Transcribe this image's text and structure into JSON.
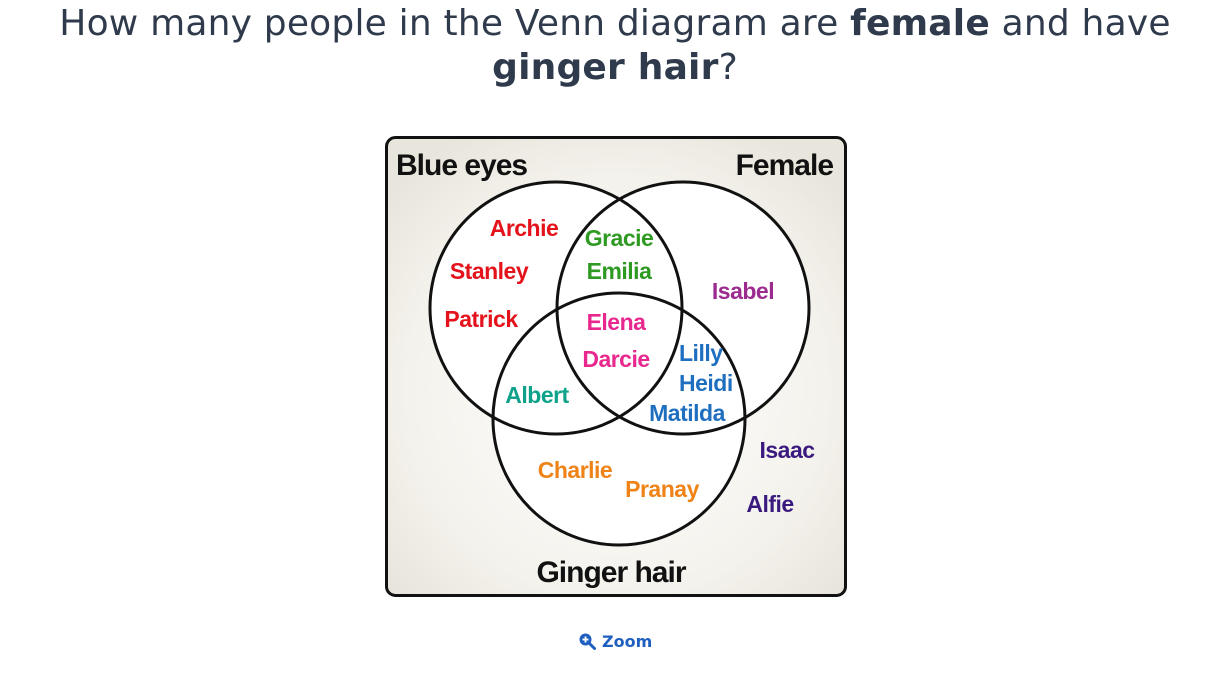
{
  "question": {
    "part1": "How many people in the Venn diagram are ",
    "bold1": "female",
    "part2": " and have ",
    "bold2": "ginger hair",
    "part3": "?"
  },
  "venn": {
    "labels": {
      "blue_eyes": "Blue eyes",
      "female": "Female",
      "ginger_hair": "Ginger hair"
    },
    "regions": {
      "blue_eyes_only": [
        "Archie",
        "Stanley",
        "Patrick"
      ],
      "blue_eyes_and_female": [
        "Gracie",
        "Emilia"
      ],
      "all_three": [
        "Elena",
        "Darcie"
      ],
      "female_only": [
        "Isabel"
      ],
      "female_and_ginger": [
        "Lilly",
        "Heidi",
        "Matilda"
      ],
      "blue_eyes_and_ginger": [
        "Albert"
      ],
      "ginger_only": [
        "Charlie",
        "Pranay"
      ],
      "none": [
        "Isaac",
        "Alfie"
      ]
    },
    "colors": {
      "blue_eyes_only": "#e3121b",
      "blue_eyes_and_female": "#2e9a22",
      "all_three": "#e8288e",
      "female_only": "#9b2b8f",
      "female_and_ginger": "#1f6fc0",
      "blue_eyes_and_ginger": "#0ea28a",
      "ginger_only": "#ef8317",
      "none": "#3b1a80"
    }
  },
  "zoom": {
    "label": "Zoom",
    "icon": "zoom-in-icon"
  }
}
